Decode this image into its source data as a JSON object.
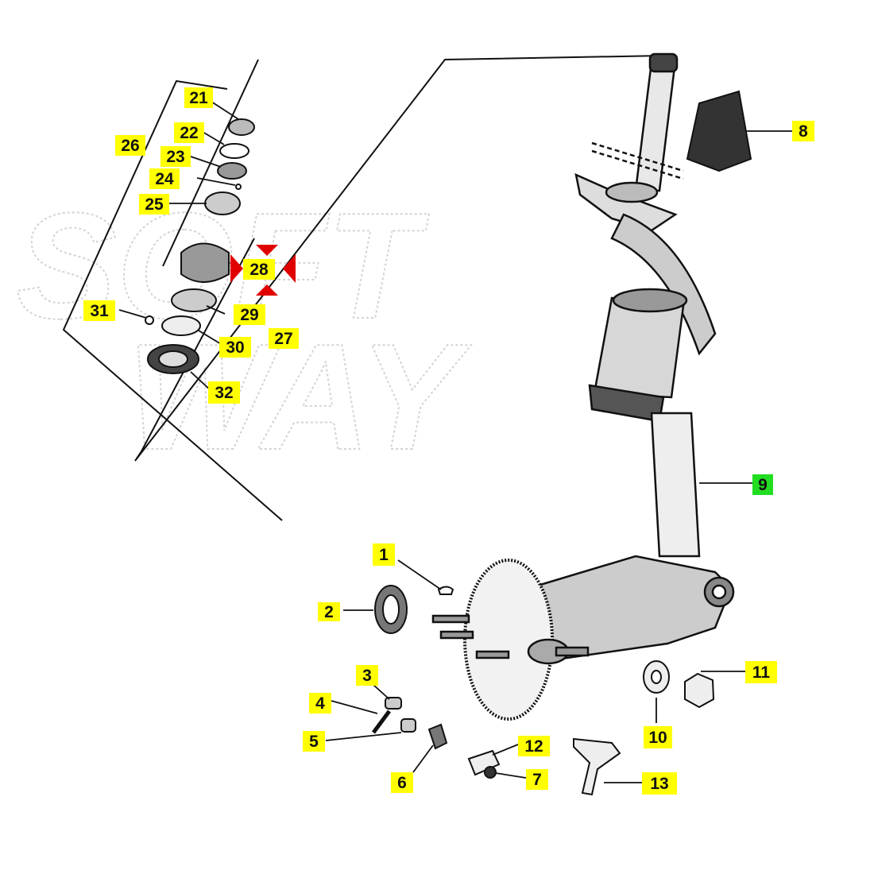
{
  "watermark": {
    "line1": "SOFT",
    "line2": "WAY"
  },
  "highlight_colors": {
    "default": "#ffff00",
    "selected": "#22dd22",
    "marker": "#e00000"
  },
  "callouts": [
    {
      "id": "1",
      "text": "1",
      "state": "default"
    },
    {
      "id": "2",
      "text": "2",
      "state": "default"
    },
    {
      "id": "3",
      "text": "3",
      "state": "default"
    },
    {
      "id": "4",
      "text": "4",
      "state": "default"
    },
    {
      "id": "5",
      "text": "5",
      "state": "default"
    },
    {
      "id": "6",
      "text": "6",
      "state": "default"
    },
    {
      "id": "7",
      "text": "7",
      "state": "default"
    },
    {
      "id": "8",
      "text": "8",
      "state": "default"
    },
    {
      "id": "9",
      "text": "9",
      "state": "selected"
    },
    {
      "id": "10",
      "text": "10",
      "state": "default"
    },
    {
      "id": "11",
      "text": "11",
      "state": "default"
    },
    {
      "id": "12",
      "text": "12",
      "state": "default"
    },
    {
      "id": "13",
      "text": "13",
      "state": "default"
    },
    {
      "id": "21",
      "text": "21",
      "state": "default"
    },
    {
      "id": "22",
      "text": "22",
      "state": "default"
    },
    {
      "id": "23",
      "text": "23",
      "state": "default"
    },
    {
      "id": "24",
      "text": "24",
      "state": "default"
    },
    {
      "id": "25",
      "text": "25",
      "state": "default"
    },
    {
      "id": "26",
      "text": "26",
      "state": "default"
    },
    {
      "id": "27",
      "text": "27",
      "state": "default"
    },
    {
      "id": "28",
      "text": "28",
      "state": "marked"
    },
    {
      "id": "29",
      "text": "29",
      "state": "default"
    },
    {
      "id": "30",
      "text": "30",
      "state": "default"
    },
    {
      "id": "31",
      "text": "31",
      "state": "default"
    },
    {
      "id": "32",
      "text": "32",
      "state": "default"
    }
  ]
}
